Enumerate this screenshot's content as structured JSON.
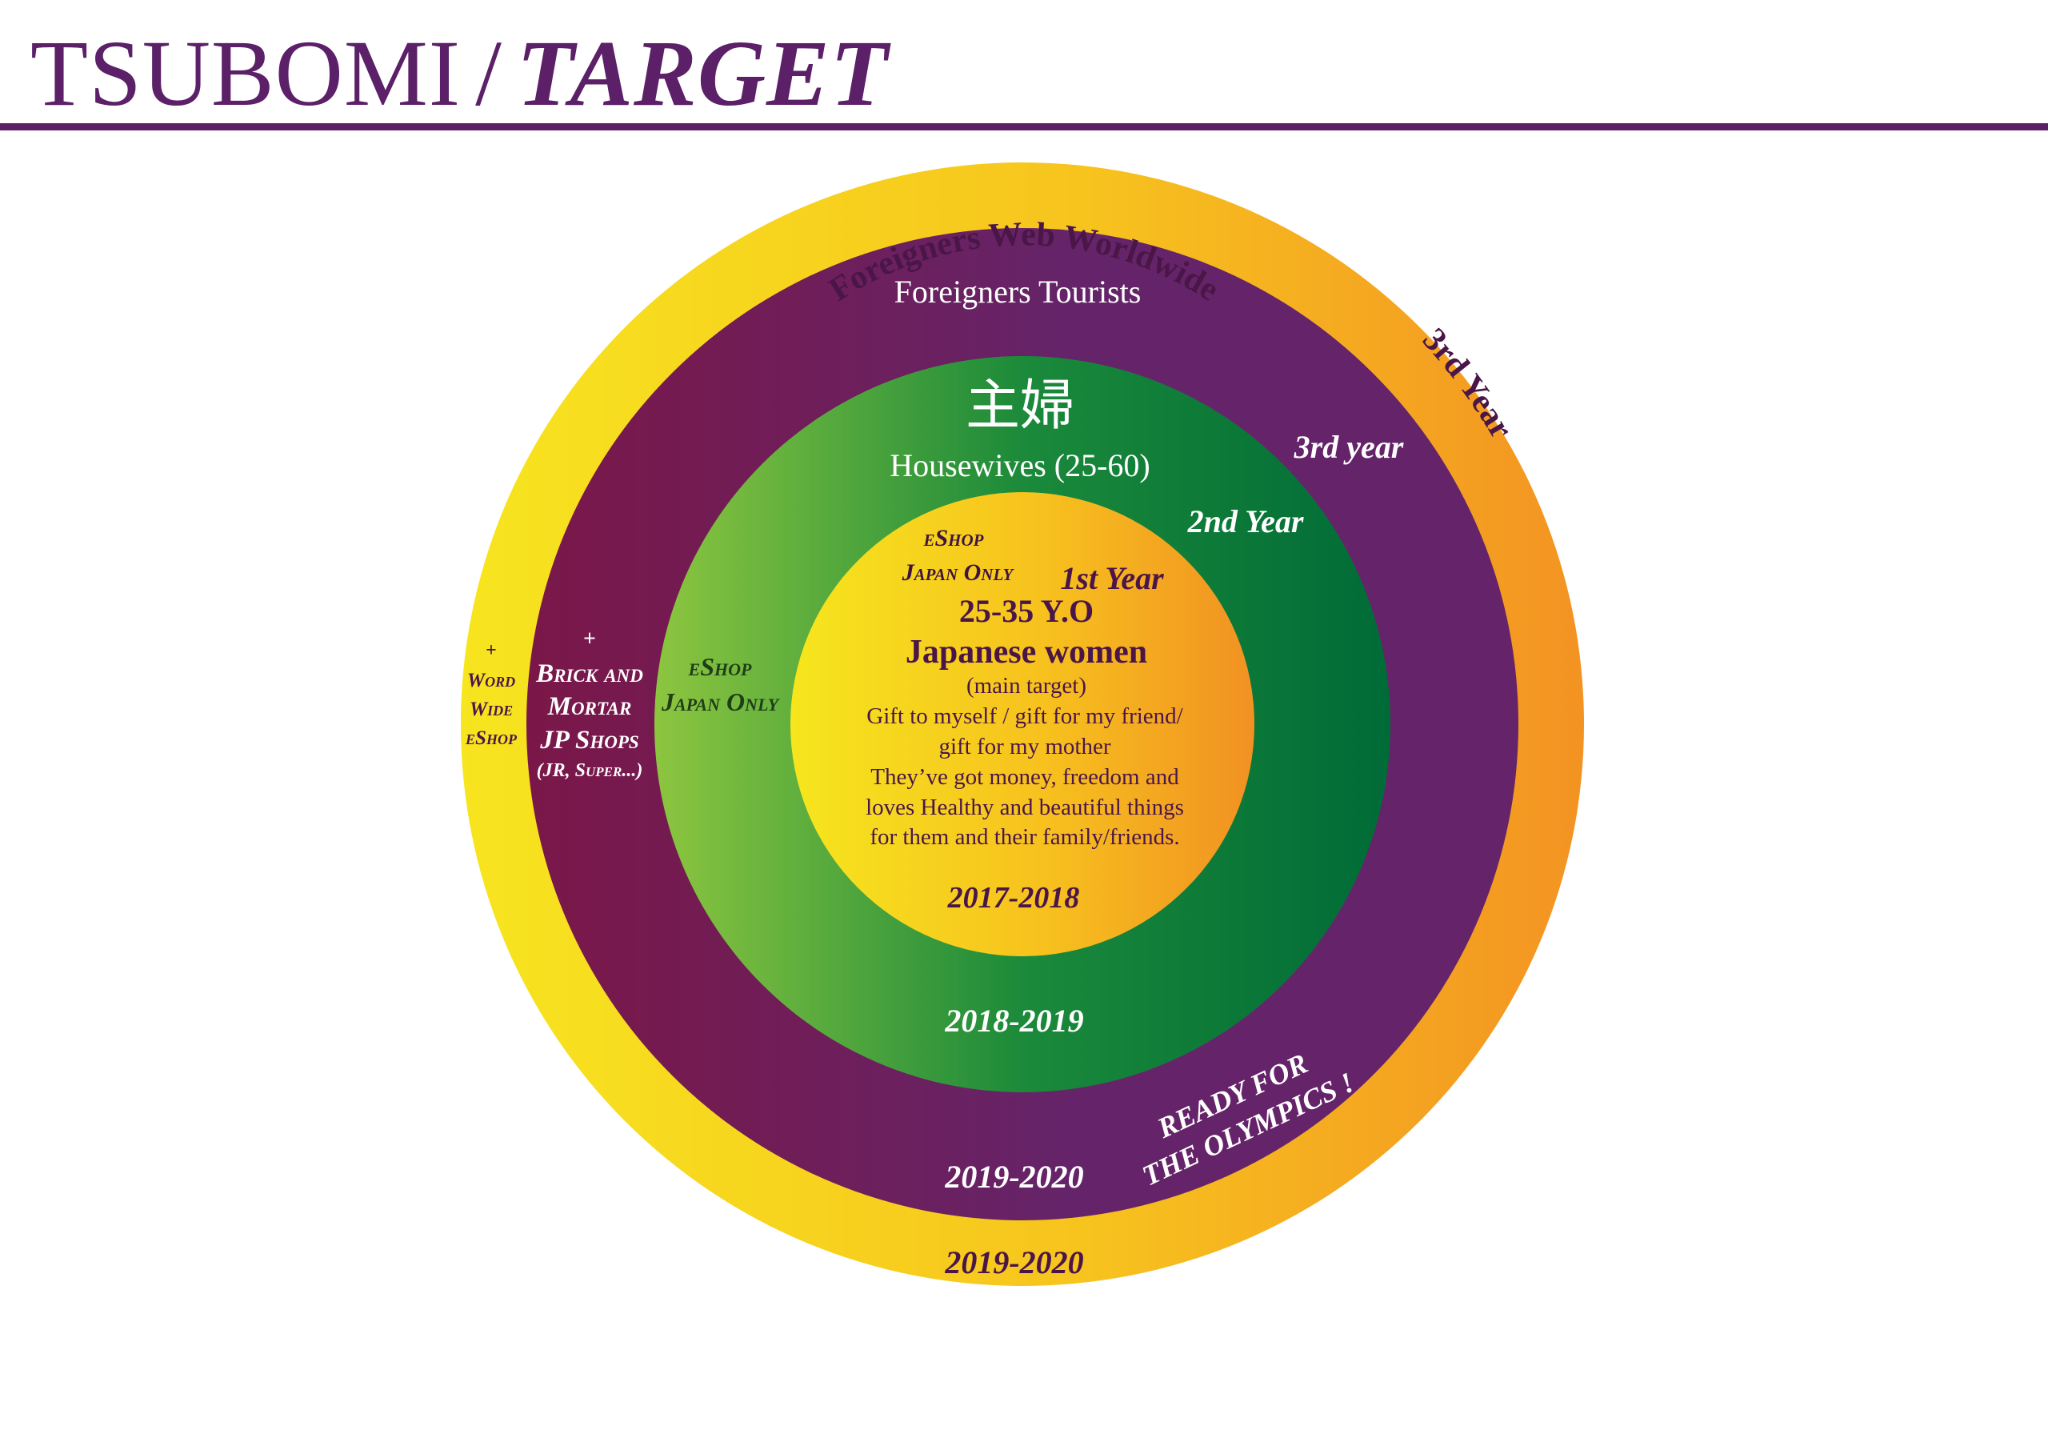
{
  "header": {
    "title_main": "TSUBOMI",
    "title_sep": "/",
    "title_emph": "TARGET"
  },
  "colors": {
    "brand": "#5b2068",
    "ring_outer_yellow": "#f7e51f",
    "ring_outer_orange": "#f39322",
    "ring_purple": "#652469",
    "ring_maroon": "#7a1748",
    "ring_green": "#006b37",
    "core_yellow": "#f6e61d",
    "core_orange": "#f19122"
  },
  "rings": {
    "outer": {
      "arc_label": "Foreigners Web Worldwide",
      "right_label": "3rd Year",
      "years": "2019-2020",
      "left_plus": "+",
      "left_lines": [
        "Word",
        "Wide",
        "eShop"
      ]
    },
    "purple": {
      "title": "Foreigners Tourists",
      "right_label": "3rd year",
      "years": "2019-2020",
      "olympics_lines": [
        "READY FOR",
        "THE OLYMPICS !"
      ],
      "left_plus": "+",
      "left_lines": [
        "Brick and",
        "Mortar",
        "JP Shops",
        "(JR, Super...)"
      ]
    },
    "green": {
      "kanji": "主婦",
      "title": "Housewives (25-60)",
      "right_label": "2nd Year",
      "years": "2018-2019",
      "left_lines": [
        "eShop",
        "Japan Only"
      ]
    },
    "core": {
      "eshop_lines": [
        "eShop",
        "Japan Only"
      ],
      "year_label": "1st Year",
      "age": "25-35 Y.O",
      "title": "Japanese women",
      "subtitle": "(main target)",
      "desc_lines": [
        "Gift to myself / gift for my friend/",
        "gift for my mother",
        "They’ve got money, freedom and",
        "loves Healthy and beautiful things",
        "for them and their family/friends."
      ],
      "years": "2017-2018"
    }
  }
}
